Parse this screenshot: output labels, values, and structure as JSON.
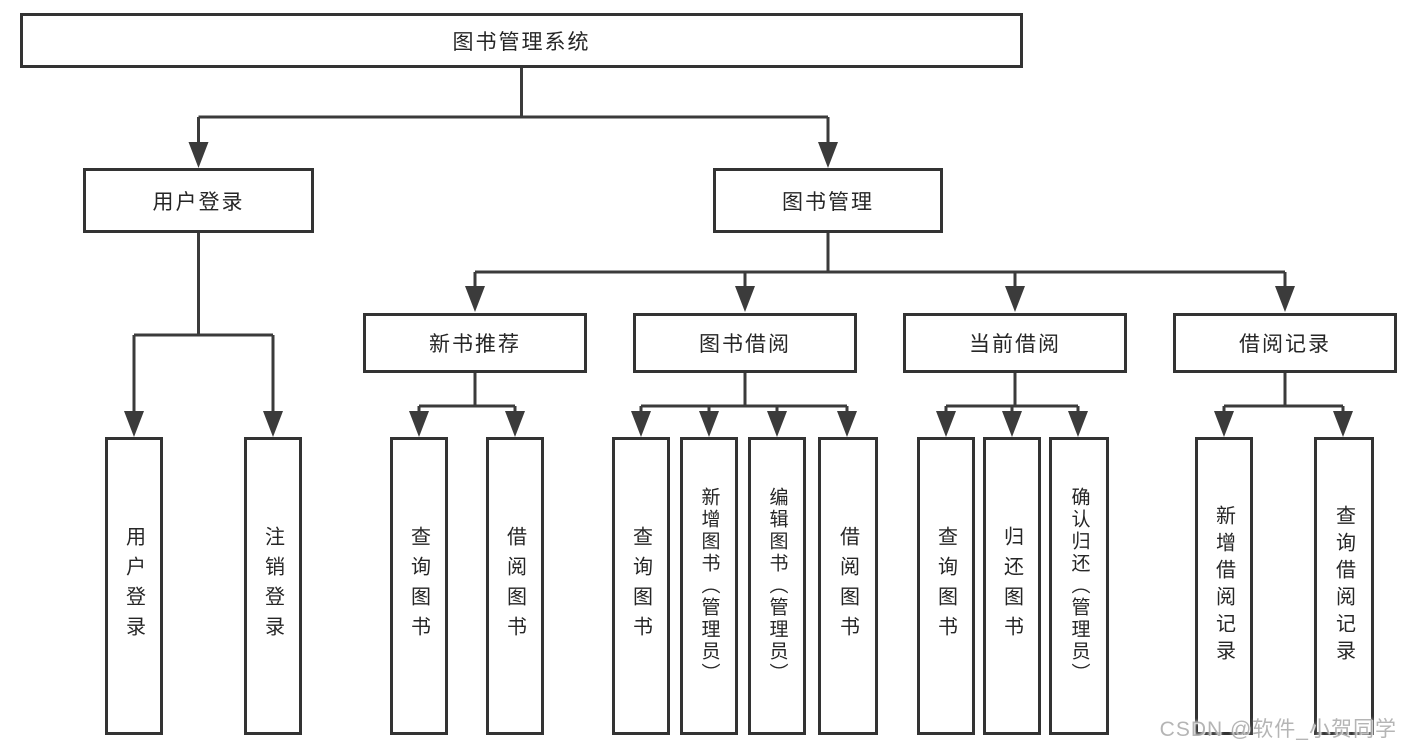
{
  "diagram": {
    "root": {
      "label": "图书管理系统"
    },
    "branches": [
      {
        "label": "用户登录",
        "children": [
          {
            "label": "用户登录"
          },
          {
            "label": "注销登录"
          }
        ]
      },
      {
        "label": "图书管理",
        "children": [
          {
            "label": "新书推荐",
            "children": [
              {
                "label": "查询图书"
              },
              {
                "label": "借阅图书"
              }
            ]
          },
          {
            "label": "图书借阅",
            "children": [
              {
                "label": "查询图书"
              },
              {
                "label": "新增图书（管理员）"
              },
              {
                "label": "编辑图书（管理员）"
              },
              {
                "label": "借阅图书"
              }
            ]
          },
          {
            "label": "当前借阅",
            "children": [
              {
                "label": "查询图书"
              },
              {
                "label": "归还图书"
              },
              {
                "label": "确认归还（管理员）"
              }
            ]
          },
          {
            "label": "借阅记录",
            "children": [
              {
                "label": "新增借阅记录"
              },
              {
                "label": "查询借阅记录"
              }
            ]
          }
        ]
      }
    ]
  },
  "watermark": {
    "text": "CSDN @软件_小贺同学"
  },
  "colors": {
    "line": "#3b3b3b",
    "box_border": "#333333",
    "box_fill": "#ffffff",
    "text": "#262626",
    "watermark": "#a8a8a8"
  }
}
